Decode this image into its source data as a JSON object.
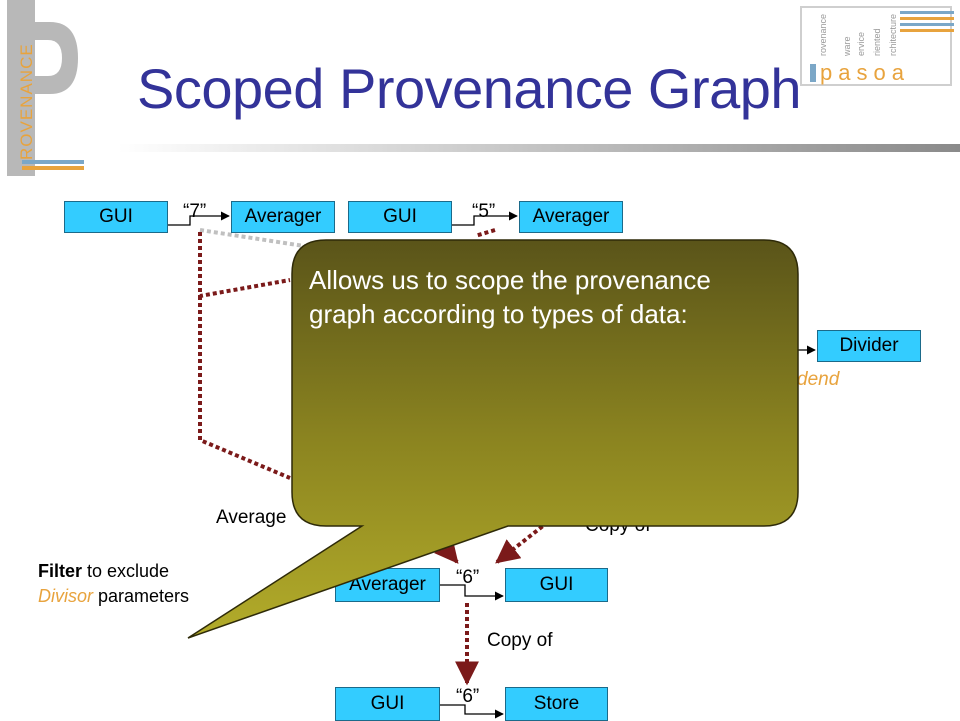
{
  "slide": {
    "title": "Scoped Provenance Graph",
    "logo_left_text": "ROVENANCE",
    "logo_right": {
      "brand": "pasoa",
      "tagline_lines": [
        "rovenance",
        "ware",
        "ervice",
        "riented",
        "rchitecture"
      ]
    }
  },
  "diagram": {
    "actors": {
      "gui1": "GUI",
      "averager1": "Averager",
      "gui2": "GUI",
      "averager2": "Averager",
      "divider": "Divider",
      "averager3": "Averager",
      "gui3": "GUI",
      "gui4": "GUI",
      "store": "Store"
    },
    "messages": {
      "msg_7": "“7”",
      "msg_5": "“5”",
      "msg_6a": "“6”",
      "msg_6b": "“6”"
    },
    "labels": {
      "dividend_fragment": "dend",
      "average_fragment": "Average",
      "copy_of_fragment": "Copy of",
      "copy_of_bottom": "Copy of"
    },
    "filter_note": {
      "word1": "Filter",
      "word2": " to exclude",
      "word3": "Divisor",
      "word4": " parameters"
    }
  },
  "callout": {
    "text": "Allows us to scope the provenance graph according to types of data:"
  },
  "colors": {
    "title": "#333399",
    "actor_fill": "#33ccff",
    "relation_line": "#7b1a1a",
    "excluded_line": "#c0c0c0",
    "callout_fill_top": "#5a5419",
    "callout_fill_bottom": "#b3ac2a",
    "highlight_text": "#e8a33d"
  }
}
